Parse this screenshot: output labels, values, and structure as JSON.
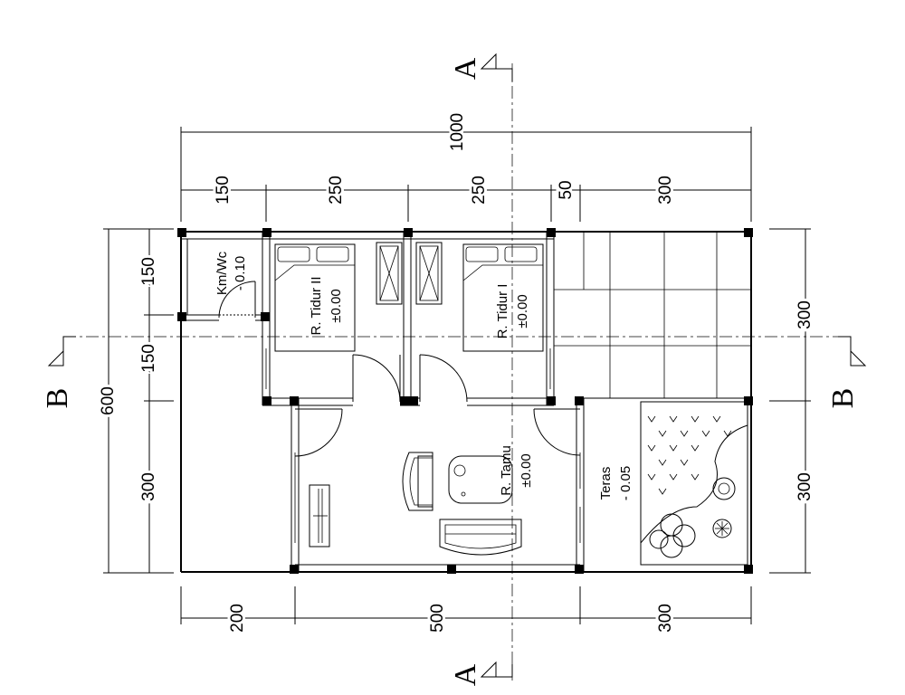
{
  "dimensions": {
    "top_total": "1000",
    "top_segments": [
      "150",
      "250",
      "250",
      "50",
      "300"
    ],
    "bottom_segments": [
      "200",
      "500",
      "300"
    ],
    "left_total": "600",
    "left_segments": [
      "150",
      "150",
      "300"
    ],
    "right_segments": [
      "300",
      "300"
    ]
  },
  "sections": {
    "a_top": "A",
    "a_bottom": "A",
    "b_left": "B",
    "b_right": "B"
  },
  "rooms": [
    {
      "name": "Km/Wc",
      "level": "- 0.10"
    },
    {
      "name": "R. Tidur II",
      "level": "±0.00"
    },
    {
      "name": "R. Tidur I",
      "level": "±0.00"
    },
    {
      "name": "R. Tamu",
      "level": "±0.00"
    },
    {
      "name": "Teras",
      "level": "- 0.05"
    }
  ]
}
